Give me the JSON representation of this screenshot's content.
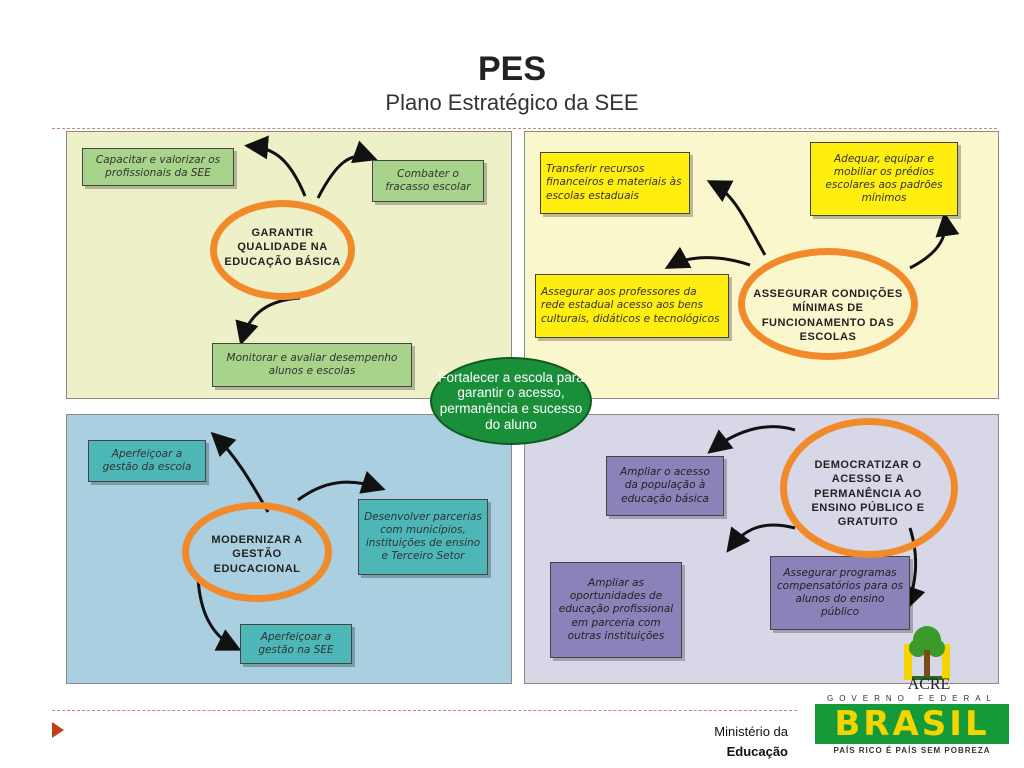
{
  "title": "PES",
  "subtitle": "Plano Estratégico da SEE",
  "center": "Fortalecer a escola para garantir o acesso, permanência e sucesso do aluno",
  "quadrants": {
    "q1": {
      "hub": "GARANTIR QUALIDADE NA EDUCAÇÃO BÁSICA",
      "boxes": [
        "Capacitar e valorizar os profissionais da SEE",
        "Combater o fracasso escolar",
        "Monitorar e avaliar desempenho alunos e escolas"
      ]
    },
    "q2": {
      "hub": "ASSEGURAR CONDIÇÕES MÍNIMAS DE FUNCIONAMENTO DAS ESCOLAS",
      "boxes": [
        "Transferir recursos financeiros e materiais às escolas estaduais",
        "Adequar, equipar e mobiliar os prédios escolares aos padrões mínimos",
        "Assegurar aos professores da rede estadual acesso aos bens culturais, didáticos e tecnológicos"
      ]
    },
    "q3": {
      "hub": "MODERNIZAR A GESTÃO EDUCACIONAL",
      "boxes": [
        "Aperfeiçoar a gestão da escola",
        "Desenvolver parcerias com municípios, instituições de ensino e Terceiro Setor",
        "Aperfeiçoar a gestão na SEE"
      ]
    },
    "q4": {
      "hub": "DEMOCRATIZAR O ACESSO E A PERMANÊNCIA AO ENSINO PÚBLICO E GRATUITO",
      "boxes": [
        "Ampliar o acesso da população à educação básica",
        "Assegurar programas compensatórios para os alunos do ensino público",
        "Ampliar as oportunidades de educação profissional em parceria com outras instituições"
      ]
    }
  },
  "footer": {
    "ministry_line1": "Ministério da",
    "ministry_line2": "Educação",
    "acre_label": "ACRE",
    "gov_label": "GOVERNO FEDERAL",
    "brasil_label": "BRASIL",
    "slogan": "PAÍS RICO É PAÍS SEM POBREZA"
  },
  "colors": {
    "q1_bg": "#eef0c8",
    "q2_bg": "#fbf7cc",
    "q3_bg": "#a9cfe0",
    "q4_bg": "#d8d7e8",
    "ring": "#f08a2a",
    "center": "#1a8f3a"
  }
}
